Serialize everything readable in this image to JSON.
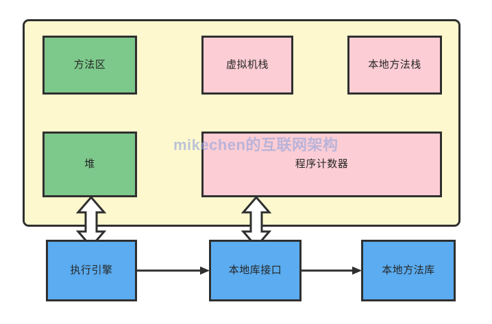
{
  "diagram": {
    "watermark": "mikechen的互联网架构",
    "container": {
      "name": "runtime-data-area",
      "fill": "#fdf8ce",
      "stroke": "#2f2f2f"
    },
    "colors": {
      "green": "#7dc88b",
      "pink": "#fccdd4",
      "blue": "#5bacf0",
      "yellow": "#fdf8ce",
      "stroke": "#2f2f2f",
      "text": "#262626",
      "watermark": "#93a4dd",
      "arrow_fill": "#ffffff"
    },
    "boxes": {
      "method_area": "方法区",
      "vm_stack": "虚拟机栈",
      "native_method_stack": "本地方法栈",
      "heap": "堆",
      "program_counter": "程序计数器",
      "execution_engine": "执行引擎",
      "native_interface": "本地库接口",
      "native_library": "本地方法库"
    },
    "connectors": {
      "heap_to_engine": "double-headed-arrow",
      "pc_to_interface": "double-headed-arrow",
      "engine_to_interface": "right-arrow",
      "interface_to_library": "right-arrow"
    }
  }
}
